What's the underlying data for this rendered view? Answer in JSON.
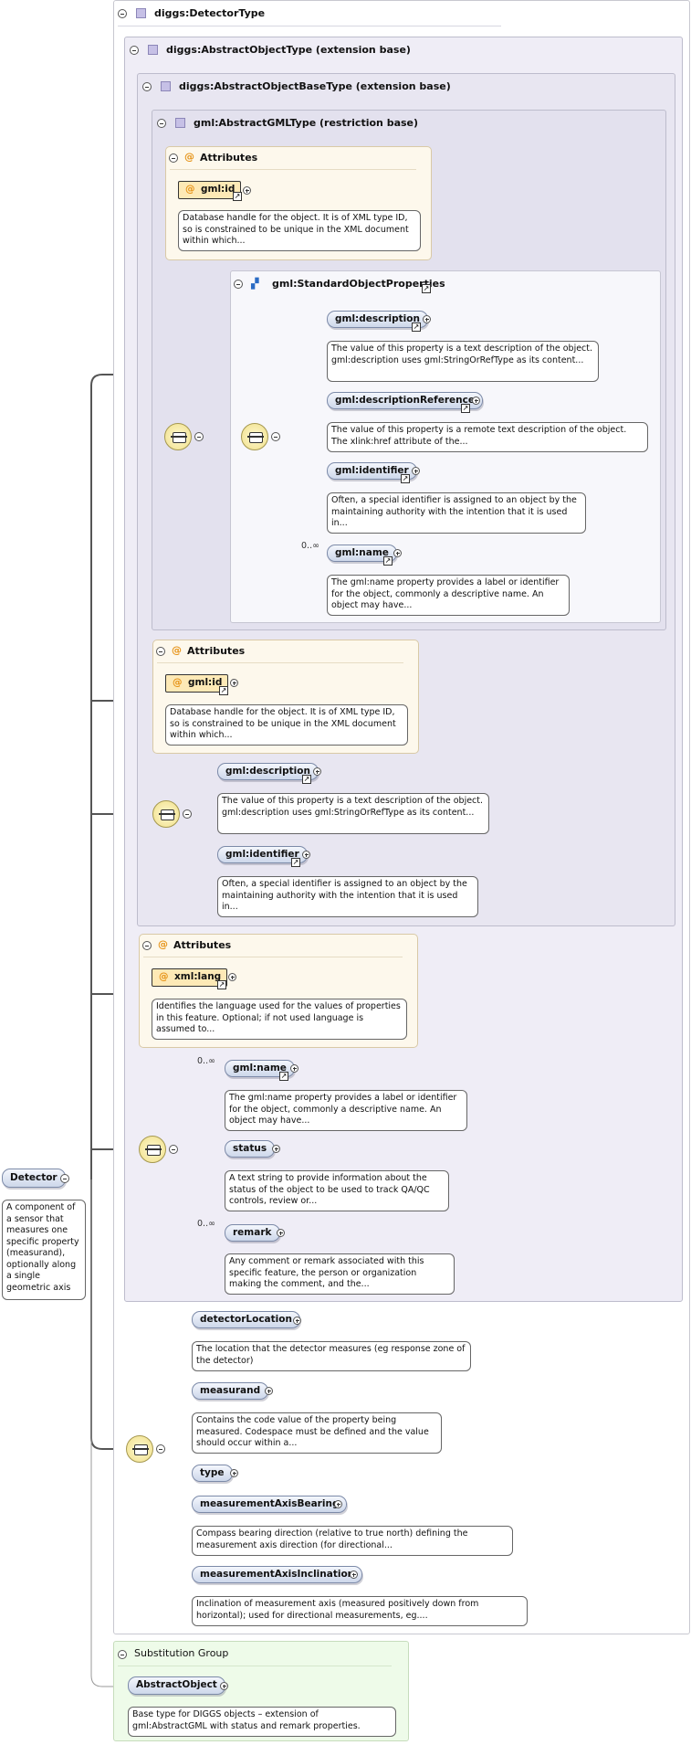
{
  "detector_type": {
    "title": "diggs:DetectorType"
  },
  "abstract_object_type": {
    "title": "diggs:AbstractObjectType (extension base)"
  },
  "abstract_object_base_type": {
    "title": "diggs:AbstractObjectBaseType (extension base)"
  },
  "abstract_gml_type": {
    "title": "gml:AbstractGMLType (restriction base)"
  },
  "attributes_label": "Attributes",
  "gml_id": {
    "name": "gml:id",
    "doc": "Database handle for the object. It is of XML type ID, so is constrained to be unique in the XML document within which..."
  },
  "std_props": {
    "title": "gml:StandardObjectProperties",
    "elements": [
      {
        "name": "gml:description",
        "doc": "The value of this property is a text description of the object. gml:description uses gml:StringOrRefType as its content..."
      },
      {
        "name": "gml:descriptionReference",
        "doc": "The value of this property is a remote text description of the object. The xlink:href attribute of the..."
      },
      {
        "name": "gml:identifier",
        "doc": "Often, a special identifier is assigned to an object by the maintaining authority with the intention that it is used in..."
      },
      {
        "name": "gml:name",
        "occurs": "0..∞",
        "doc": "The gml:name property provides a label or identifier for the object, commonly a descriptive name. An object may have..."
      }
    ]
  },
  "base_seq": [
    {
      "name": "gml:description",
      "doc": "The value of this property is a text description of the object. gml:description uses gml:StringOrRefType as its content..."
    },
    {
      "name": "gml:identifier",
      "doc": "Often, a special identifier is assigned to an object by the maintaining authority with the intention that it is used in..."
    }
  ],
  "xml_lang": {
    "name": "xml:lang",
    "doc": "Identifies the language used for the values of properties in this feature. Optional; if not used language is assumed to..."
  },
  "object_seq": [
    {
      "name": "gml:name",
      "occurs": "0..∞",
      "doc": "The gml:name property provides a label or identifier for the object, commonly a descriptive name. An object may have..."
    },
    {
      "name": "status",
      "doc": "A text string to provide information about the status of the object to be used to track QA/QC controls, review or..."
    },
    {
      "name": "remark",
      "occurs": "0..∞",
      "doc": "Any comment or remark associated with this specific feature, the person or organization making the comment, and the..."
    }
  ],
  "detector": {
    "name": "Detector",
    "doc": "A component of a sensor that measures one specific property (measurand), optionally along a single geometric axis"
  },
  "detector_seq": [
    {
      "name": "detectorLocation",
      "doc": "The location that the detector measures (eg response zone of the detector)"
    },
    {
      "name": "measurand",
      "doc": "Contains the code value of the property being measured. Codespace must be defined and the value should occur within a..."
    },
    {
      "name": "type"
    },
    {
      "name": "measurementAxisBearing",
      "doc": "Compass bearing direction (relative to true north) defining the measurement axis direction (for directional..."
    },
    {
      "name": "measurementAxisInclination",
      "doc": "Inclination of measurement axis (measured positively down from horizontal); used for directional measurements, eg...."
    }
  ],
  "substitution": {
    "title": "Substitution Group",
    "name": "AbstractObject",
    "doc": "Base type for DIGGS objects – extension of gml:AbstractGML with status and remark properties."
  },
  "link_icon": "arrow-link-icon",
  "colors": {
    "attr_bg": "#fdf8ec",
    "attr_pill": "#fde9b6",
    "element_pill": "#cdd7ea",
    "subst_bg": "#eefbe9",
    "ext_bg": "#efedf6"
  }
}
